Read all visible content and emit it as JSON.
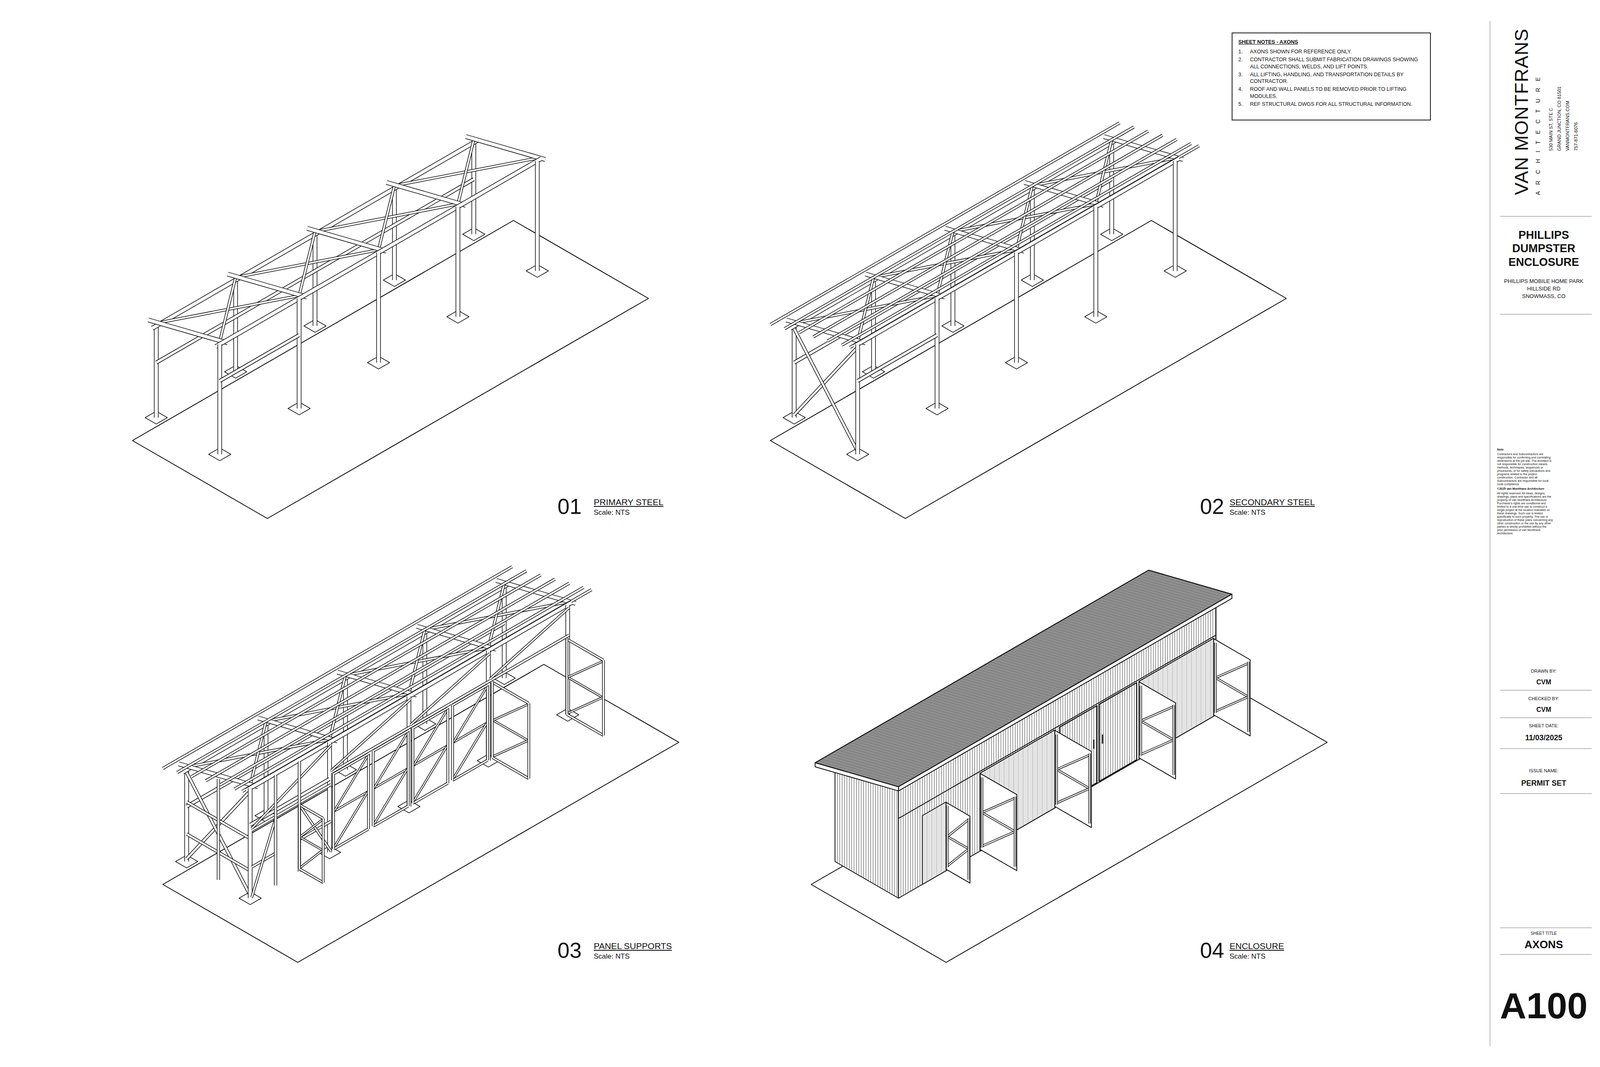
{
  "diagram": {
    "title": "PHILLIPS DUMPSTER ENCLOSURE",
    "nodes": [
      {
        "text": [
          "SHEET NOTES - AXONS",
          "1.",
          "AXONS SHOWN FOR REFERENCE ONLY.",
          "2.",
          "CONTRACTOR SHALL SUBMIT FABRICATION DRAWINGS SHOWING ALL CONNECTIONS, WELDS, AND LIFT POINTS.",
          "3.",
          "ALL LIFTING, HANDLING, AND TRANSPORTATION DETAILS BY CONTRACTOR.",
          "4.",
          "ROOF AND WALL PANELS TO BE REMOVED PRIOR TO LIFTING MODULES.",
          "5.",
          "REF STRUCTURAL DWGS FOR ALL STRUCTURAL INFORMATION."
        ]
      }
    ],
    "labels": [
      "01",
      "PRIMARY STEEL",
      "Scale: NTS",
      "02",
      "SECONDARY STEEL",
      "Scale: NTS",
      "03",
      "PANEL SUPPORTS",
      "Scale: NTS",
      "04",
      "ENCLOSURE",
      "Scale: NTS",
      "VAN MONTFRANS",
      "A R C H I T E C T U R E",
      "530 MAIN ST, STE C",
      "GRAND JUNCTION, CO 81501",
      "VANMONTFRANS.COM",
      "757-871-6076",
      "PHILLIPS MOBILE HOME PARK",
      "HILLSIDE RD",
      "SNOWMASS, CO",
      "Note",
      "Contractors and Subcontractors are responsible for confirming and correlating dimensions at the job site. The Architect is not responsible for construction means, methods, techniques, sequences or procedures, or for safety precautions and programs related to the project construction. Contractor and all Subcontractors are responsible for local code compliance.",
      "©2025 van Montfrans Architecture",
      "All rights reserved. All ideas, designs, drawings, plans and specifications are the property of van Montfrans Architecture. Purchaser's rights are conditional and limited to a one-time use to construct a single project at the location indicated on these drawings. Such use is limited specifically to such property. The use or reproduction of these plans concerning any other construction or the use by any other parties is strictly prohibited without the prior permission of van Montfrans Architecture.",
      "DRAWN BY:",
      "CVM",
      "CHECKED BY:",
      "CVM",
      "SHEET DATE:",
      "11/03/2025",
      "ISSUE NAME:",
      "PERMIT SET",
      "SHEET TITLE",
      "AXONS",
      "A100"
    ]
  }
}
